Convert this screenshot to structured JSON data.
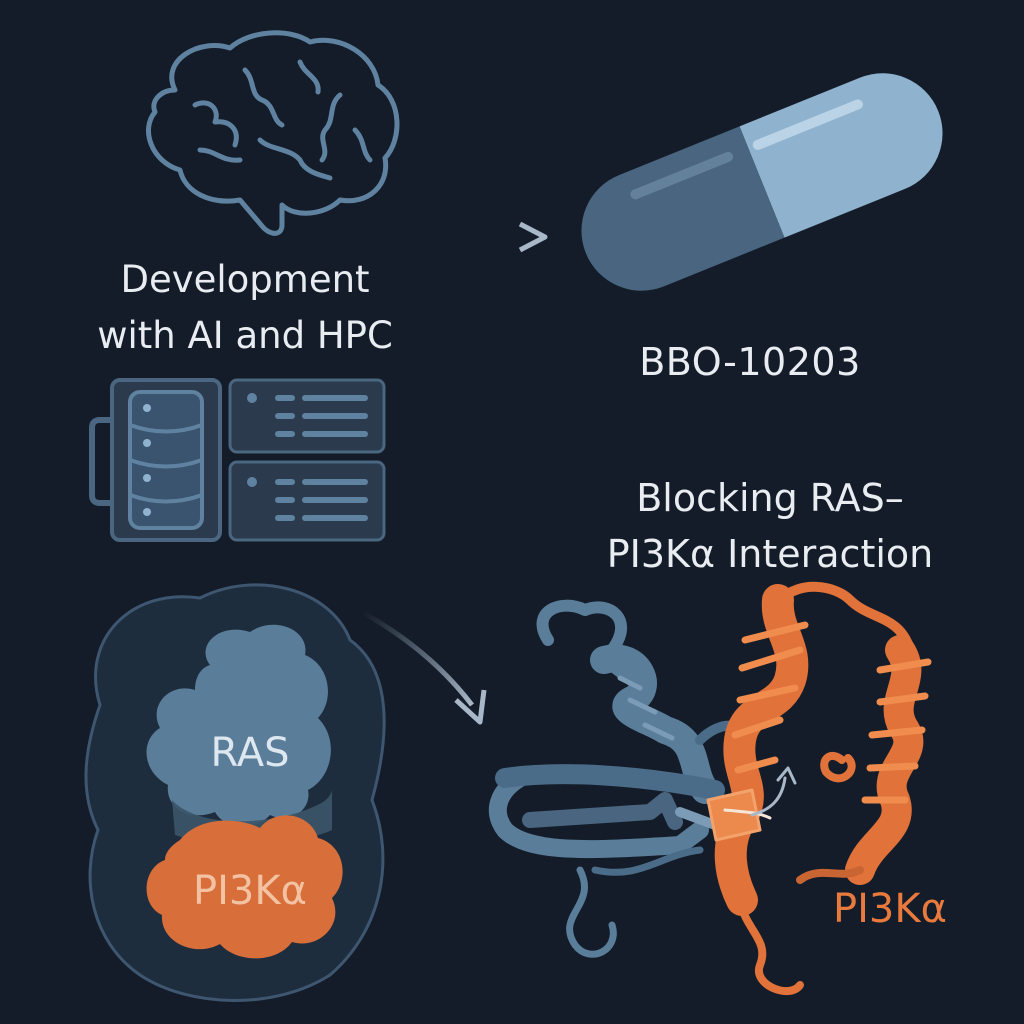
{
  "development": {
    "line1": "Development",
    "line2": "with AI and HPC"
  },
  "drug": {
    "name": "BBO-10203"
  },
  "mechanism": {
    "line1": "Blocking RAS–",
    "line2": "PI3Kα Interaction"
  },
  "complex": {
    "ras_label": "RAS",
    "pi3k_label": "PI3Kα"
  },
  "structure": {
    "pi3k_label": "PI3Kα"
  },
  "icons": [
    "brain-icon",
    "server-icon",
    "capsule-icon",
    "arrow-icon"
  ],
  "colors": {
    "background": "#131c28",
    "ras_blue": "#5a7d9a",
    "pi3k_orange": "#e0723a",
    "capsule_light": "#8fb3cf",
    "capsule_dark": "#49657f",
    "text": "#e9edf2"
  }
}
